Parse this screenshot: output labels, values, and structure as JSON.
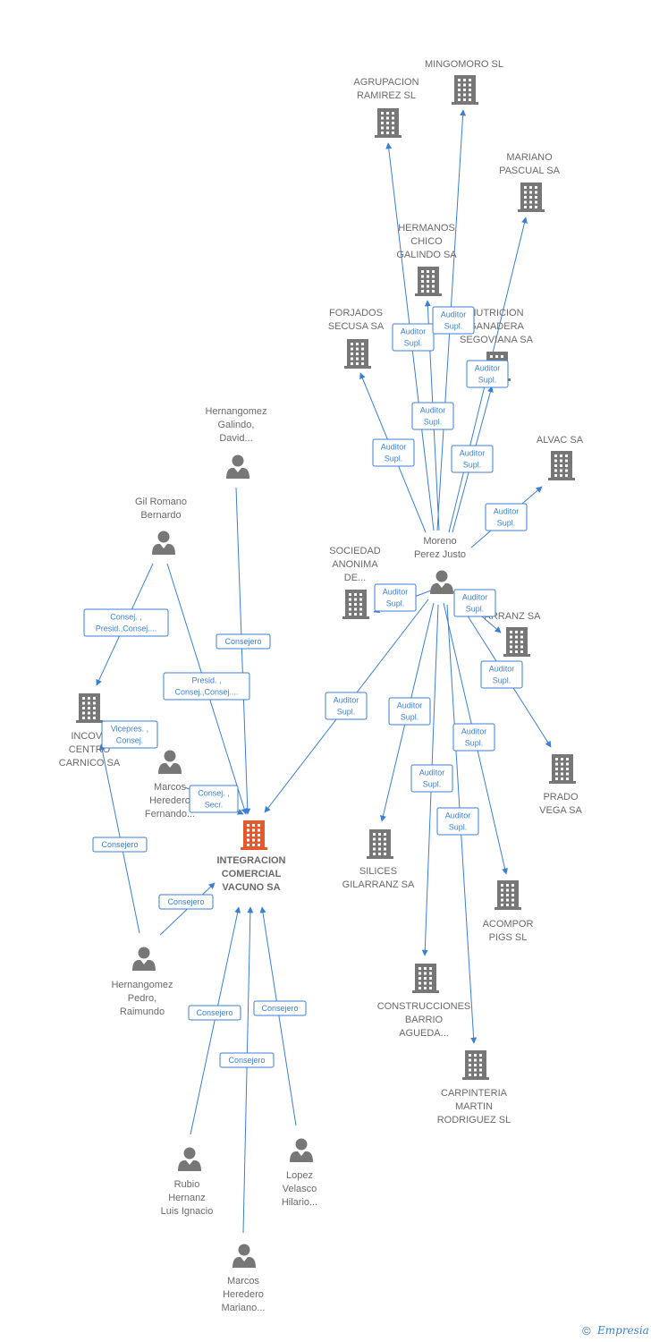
{
  "colors": {
    "edge": "#3b7fd4",
    "company": "#777777",
    "person": "#777777",
    "focus_company": "#e8582a",
    "label": "#6a6a6a"
  },
  "nodes": [
    {
      "id": "integracion",
      "type": "company",
      "focus": true,
      "label": [
        "INTEGRACION",
        "COMERCIAL",
        "VACUNO SA"
      ]
    },
    {
      "id": "mingomoro",
      "type": "company",
      "label": [
        "MINGOMORO SL"
      ]
    },
    {
      "id": "agrupacion",
      "type": "company",
      "label": [
        "AGRUPACION",
        "RAMIREZ SL"
      ]
    },
    {
      "id": "mariano-pascual",
      "type": "company",
      "label": [
        "MARIANO",
        "PASCUAL SA"
      ]
    },
    {
      "id": "hermanos-chico",
      "type": "company",
      "label": [
        "HERMANOS",
        "CHICO",
        "GALINDO SA"
      ]
    },
    {
      "id": "forjados",
      "type": "company",
      "label": [
        "FORJADOS",
        "SECUSA SA"
      ]
    },
    {
      "id": "nutricion",
      "type": "company",
      "label": [
        "NUTRICION",
        "GANADERA",
        "SEGOVIANA SA"
      ]
    },
    {
      "id": "alvac",
      "type": "company",
      "label": [
        "ALVAC SA"
      ]
    },
    {
      "id": "sociedad-anonima",
      "type": "company",
      "label": [
        "SOCIEDAD",
        "ANONIMA",
        "DE..."
      ]
    },
    {
      "id": "arranz",
      "type": "company",
      "label": [
        "ARRANZ SA"
      ]
    },
    {
      "id": "prado-vega",
      "type": "company",
      "label": [
        "PRADO",
        "VEGA SA"
      ]
    },
    {
      "id": "silices",
      "type": "company",
      "label": [
        "SILICES",
        "GILARRANZ SA"
      ]
    },
    {
      "id": "acompor",
      "type": "company",
      "label": [
        "ACOMPOR",
        "PIGS SL"
      ]
    },
    {
      "id": "construcciones",
      "type": "company",
      "label": [
        "CONSTRUCCIONES",
        "BARRIO",
        "AGUEDA..."
      ]
    },
    {
      "id": "carpinteria",
      "type": "company",
      "label": [
        "CARPINTERIA",
        "MARTIN",
        "RODRIGUEZ SL"
      ]
    },
    {
      "id": "incova",
      "type": "company",
      "label": [
        "INCOVA",
        "CENTRO",
        "CARNICO SA"
      ]
    },
    {
      "id": "moreno",
      "type": "person",
      "label": [
        "Moreno",
        "Perez Justo"
      ]
    },
    {
      "id": "hernangomez-galindo",
      "type": "person",
      "label": [
        "Hernangomez",
        "Galindo,",
        "David..."
      ]
    },
    {
      "id": "gil-romano",
      "type": "person",
      "label": [
        "Gil Romano",
        "Bernardo"
      ]
    },
    {
      "id": "marcos-fernando",
      "type": "person",
      "label": [
        "Marcos",
        "Heredero",
        "Fernando..."
      ]
    },
    {
      "id": "hernangomez-pedro",
      "type": "person",
      "label": [
        "Hernangomez",
        "Pedro,",
        "Raimundo"
      ]
    },
    {
      "id": "rubio",
      "type": "person",
      "label": [
        "Rubio",
        "Hernanz",
        "Luis Ignacio"
      ]
    },
    {
      "id": "lopez",
      "type": "person",
      "label": [
        "Lopez",
        "Velasco",
        "Hilario..."
      ]
    },
    {
      "id": "marcos-mariano",
      "type": "person",
      "label": [
        "Marcos",
        "Heredero",
        "Mariano..."
      ]
    }
  ],
  "edges": [
    {
      "from": "moreno",
      "to": "agrupacion",
      "label": [
        "Auditor",
        "Supl."
      ]
    },
    {
      "from": "moreno",
      "to": "mingomoro",
      "label": [
        "Auditor",
        "Supl."
      ]
    },
    {
      "from": "moreno",
      "to": "hermanos-chico",
      "label": [
        "Auditor",
        "Supl."
      ]
    },
    {
      "from": "moreno",
      "to": "forjados",
      "label": [
        "Auditor",
        "Supl."
      ]
    },
    {
      "from": "moreno",
      "to": "mariano-pascual",
      "label": [
        "Auditor",
        "Supl."
      ]
    },
    {
      "from": "moreno",
      "to": "nutricion",
      "label": [
        "Auditor",
        "Supl."
      ]
    },
    {
      "from": "moreno",
      "to": "alvac",
      "label": [
        "Auditor",
        "Supl."
      ]
    },
    {
      "from": "moreno",
      "to": "sociedad-anonima",
      "label": [
        "Auditor",
        "Supl."
      ]
    },
    {
      "from": "moreno",
      "to": "arranz",
      "label": [
        "Auditor",
        "Supl."
      ]
    },
    {
      "from": "moreno",
      "to": "prado-vega",
      "label": [
        "Auditor",
        "Supl."
      ]
    },
    {
      "from": "moreno",
      "to": "integracion",
      "label": [
        "Auditor",
        "Supl."
      ]
    },
    {
      "from": "moreno",
      "to": "silices",
      "label": [
        "Auditor",
        "Supl."
      ]
    },
    {
      "from": "moreno",
      "to": "acompor",
      "label": [
        "Auditor",
        "Supl."
      ]
    },
    {
      "from": "moreno",
      "to": "construcciones",
      "label": [
        "Auditor",
        "Supl."
      ]
    },
    {
      "from": "moreno",
      "to": "carpinteria",
      "label": [
        "Auditor",
        "Supl."
      ]
    },
    {
      "from": "hernangomez-galindo",
      "to": "integracion",
      "label": [
        "Consejero"
      ]
    },
    {
      "from": "gil-romano",
      "to": "incova",
      "label": [
        "Consej. ,",
        "Presid.,Consej...."
      ]
    },
    {
      "from": "gil-romano",
      "to": "integracion",
      "label": [
        "Presid. ,",
        "Consej.,Consej...."
      ]
    },
    {
      "from": "marcos-fernando",
      "to": "integracion",
      "label": [
        "Consej. ,",
        "Secr."
      ]
    },
    {
      "from": "hernangomez-pedro",
      "to": "incova",
      "label": [
        "Consejero"
      ]
    },
    {
      "from": "hernangomez-pedro",
      "to": "integracion",
      "label": [
        "Consejero"
      ]
    },
    {
      "from": "rubio",
      "to": "integracion",
      "label": [
        "Consejero"
      ]
    },
    {
      "from": "lopez",
      "to": "integracion",
      "label": [
        "Consejero"
      ]
    },
    {
      "from": "marcos-mariano",
      "to": "integracion",
      "label": [
        "Consejero"
      ]
    }
  ],
  "incova_extra_label": [
    "Vicepres. ,",
    "Consej."
  ],
  "footer": {
    "copyright": "©",
    "brand": "Empresia"
  }
}
